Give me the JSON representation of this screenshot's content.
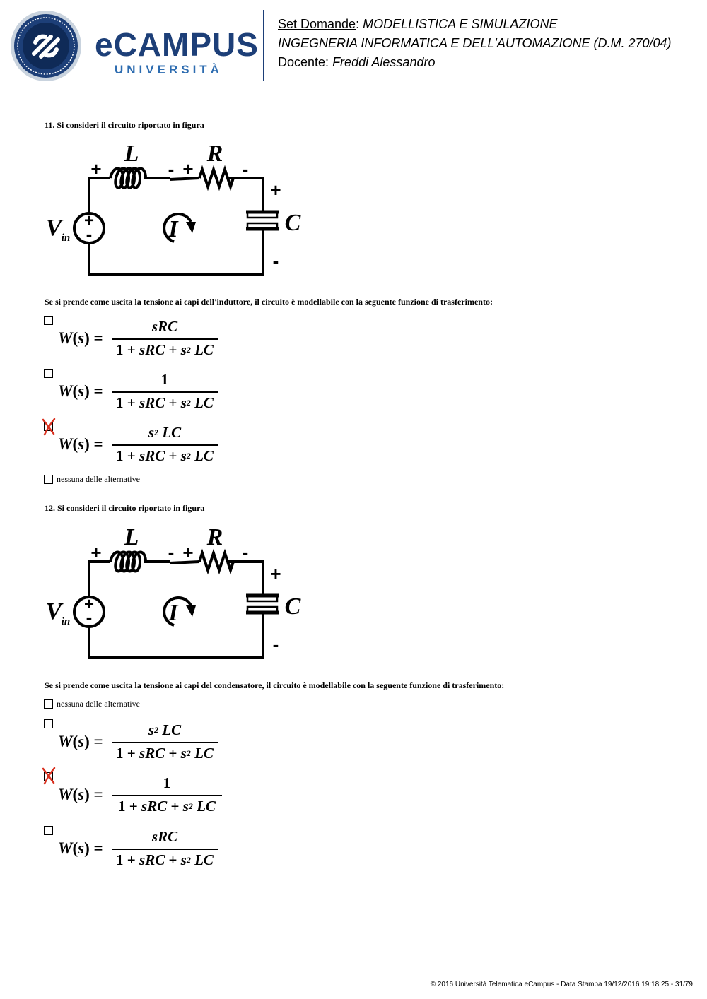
{
  "header": {
    "logo_word": "eCAMPUS",
    "logo_sub": "UNIVERSITÀ",
    "set_label": "Set Domande",
    "set_sep": ":",
    "course": "MODELLISTICA E SIMULAZIONE",
    "degree": "INGEGNERIA INFORMATICA E DELL'AUTOMAZIONE (D.M. 270/04)",
    "docente_label": "Docente:",
    "docente_name": "Freddi Alessandro"
  },
  "circuit_labels": {
    "L": "L",
    "R": "R",
    "C": "C",
    "I": "I",
    "V": "V",
    "in": "in",
    "plus": "+",
    "minus": "-"
  },
  "formula_lhs": {
    "W": "W",
    "open": "(",
    "s": "s",
    "close": ")",
    "eq": "="
  },
  "q11": {
    "title": "11.   Si consideri il circuito riportato in figura",
    "text": "Se si prende come uscita la tensione ai capi dell'induttore, il circuito è modellabile con la seguente funzione di trasferimento:",
    "options": [
      {
        "type": "formula",
        "num": "sRC",
        "den": "1 + sRC + s² LC",
        "checked": false
      },
      {
        "type": "formula",
        "num": "1",
        "den": "1 + sRC + s² LC",
        "checked": false
      },
      {
        "type": "formula",
        "num": "s² LC",
        "den": "1 + sRC + s² LC",
        "checked": true
      },
      {
        "type": "text",
        "label": "nessuna delle alternative",
        "checked": false
      }
    ]
  },
  "q12": {
    "title": "12.   Si consideri il circuito riportato in figura",
    "text": "Se si prende come uscita la tensione ai capi del condensatore, il circuito è modellabile con la seguente funzione di trasferimento:",
    "options": [
      {
        "type": "text",
        "label": "nessuna delle alternative",
        "checked": false
      },
      {
        "type": "formula",
        "num": "s² LC",
        "den": "1 + sRC + s² LC",
        "checked": false
      },
      {
        "type": "formula",
        "num": "1",
        "den": "1 + sRC + s² LC",
        "checked": true
      },
      {
        "type": "formula",
        "num": "sRC",
        "den": "1 + sRC + s² LC",
        "checked": false
      }
    ]
  },
  "colors": {
    "brand": "#1d3f78",
    "brand_light": "#2d6cb0",
    "mark": "#d9301f"
  },
  "footer": "© 2016 Università Telematica eCampus - Data Stampa 19/12/2016 19:18:25 - 31/79"
}
